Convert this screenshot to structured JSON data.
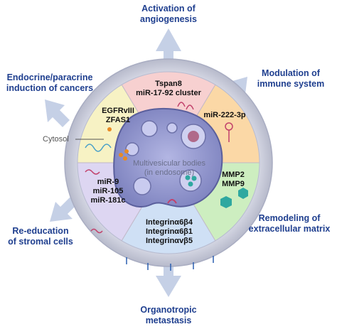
{
  "outcomes": {
    "angiogenesis": [
      "Activation of",
      "angiogenesis"
    ],
    "immune": [
      "Modulation of",
      "immune system"
    ],
    "ecm": [
      "Remodeling of",
      "extracellular matrix"
    ],
    "metastasis": [
      "Organotropic",
      "metastasis"
    ],
    "stromal": [
      "Re-education",
      "of stromal cells"
    ],
    "endocrine": [
      "Endocrine/paracrine",
      "induction of cancers"
    ]
  },
  "segments": {
    "tspan": [
      "Tspan8",
      "miR-17-92 cluster"
    ],
    "mir222": [
      "miR-222-3p"
    ],
    "mmp": [
      "MMP2",
      "MMP9"
    ],
    "integrins": [
      "Integrinα6β4",
      "Integrinα6β1",
      "Integrinαvβ5"
    ],
    "mirs": [
      "miR-9",
      "miR-105",
      "miR-181c"
    ],
    "egfr": [
      "EGFRvIII",
      "ZFAS1"
    ]
  },
  "cytosol_label": "Cytosol",
  "mvb_label": [
    "Multivesicular bodies",
    "(in endosome)"
  ],
  "colors": {
    "outcome_text": "#1f3f8f",
    "arrow": "#c5d0e6",
    "ring": "#cfd2e0",
    "segment_pink": "#f7d0d0",
    "segment_orange": "#fbd8a6",
    "segment_green": "#cdeec0",
    "segment_blue": "#cfe0f5",
    "segment_purple": "#ddd6f2",
    "segment_yellow": "#f7f2c4",
    "mvb_fill": "#8f94cc"
  }
}
